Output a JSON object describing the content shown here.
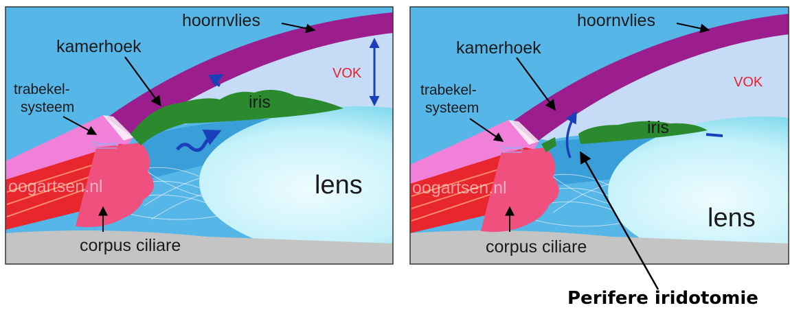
{
  "left_panel": {
    "hoornvlies": "hoornvlies",
    "kamerhoek": "kamerhoek",
    "vok": "VOK",
    "trabekel_line1": "trabekel-",
    "trabekel_line2": "systeem",
    "iris": "iris",
    "lens": "lens",
    "watermark": "oogartsen.nl",
    "corpus_ciliare": "corpus ciliare"
  },
  "right_panel": {
    "hoornvlies": "hoornvlies",
    "kamerhoek": "kamerhoek",
    "vok": "VOK",
    "trabekel_line1": "trabekel-",
    "trabekel_line2": "systeem",
    "iris": "iris",
    "lens": "lens",
    "watermark": "oogartsen.nl",
    "corpus_ciliare": "corpus ciliare"
  },
  "caption": "Perifere iridotomie",
  "colors": {
    "background": "#56b6e8",
    "chamber": "#c6dcf6",
    "cornea": "#9b1d8e",
    "iris": "#2b8a2e",
    "lens": "#bfeff8",
    "ciliary_body": "#f0507e",
    "ciliary_muscle": "#e8262e",
    "sclera": "#f080d8",
    "floor": "#c4c4c4",
    "flow_arrow": "#1b3fb8",
    "vok_text": "#e8202a"
  }
}
